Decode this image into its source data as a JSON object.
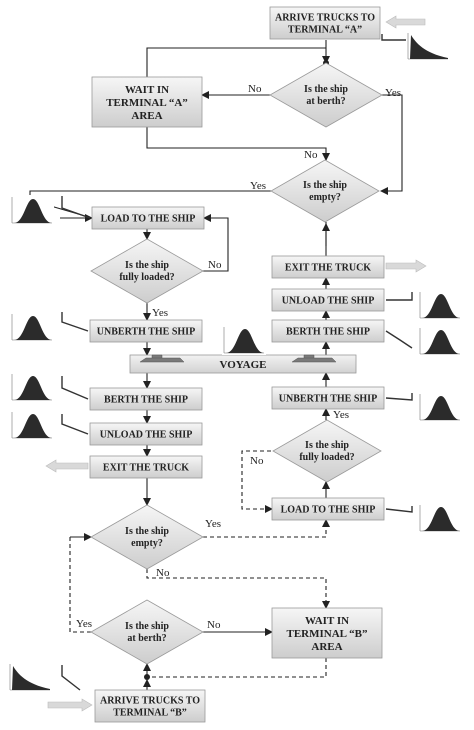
{
  "colors": {
    "box_fill_top": "#f4f4f4",
    "box_fill_bottom": "#cfcfcf",
    "box_stroke": "#9a9a9a",
    "line": "#222222",
    "arrow_gray": "#d9d9d9",
    "dist_fill": "#2b2b2b"
  },
  "boxes": {
    "arrive_a": [
      "ARRIVE TRUCKS TO",
      "TERMINAL “A”"
    ],
    "wait_a": [
      "WAIT IN",
      "TERMINAL “A”",
      "AREA"
    ],
    "load_left": [
      "LOAD TO THE SHIP"
    ],
    "unberth_left": [
      "UNBERTH THE SHIP"
    ],
    "voyage": [
      "VOYAGE"
    ],
    "berth_left": [
      "BERTH THE SHIP"
    ],
    "unload_left": [
      "UNLOAD THE SHIP"
    ],
    "exit_left": [
      "EXIT THE TRUCK"
    ],
    "exit_right": [
      "EXIT THE TRUCK"
    ],
    "unload_right": [
      "UNLOAD THE SHIP"
    ],
    "berth_right": [
      "BERTH THE SHIP"
    ],
    "unberth_right": [
      "UNBERTH THE SHIP"
    ],
    "load_right": [
      "LOAD TO THE SHIP"
    ],
    "wait_b": [
      "WAIT IN",
      "TERMINAL “B”",
      "AREA"
    ],
    "arrive_b": [
      "ARRIVE TRUCKS TO",
      "TERMINAL “B”"
    ]
  },
  "decisions": {
    "ship_at_berth_a": [
      "Is the ship",
      "at berth?"
    ],
    "ship_empty_a": [
      "Is the ship",
      "empty?"
    ],
    "fully_loaded_left": [
      "Is the ship",
      "fully loaded?"
    ],
    "fully_loaded_right": [
      "Is the ship",
      "fully loaded?"
    ],
    "ship_empty_b": [
      "Is the ship",
      "empty?"
    ],
    "ship_at_berth_b": [
      "Is the ship",
      "at berth?"
    ]
  },
  "labels": {
    "no": "No",
    "yes": "Yes"
  }
}
